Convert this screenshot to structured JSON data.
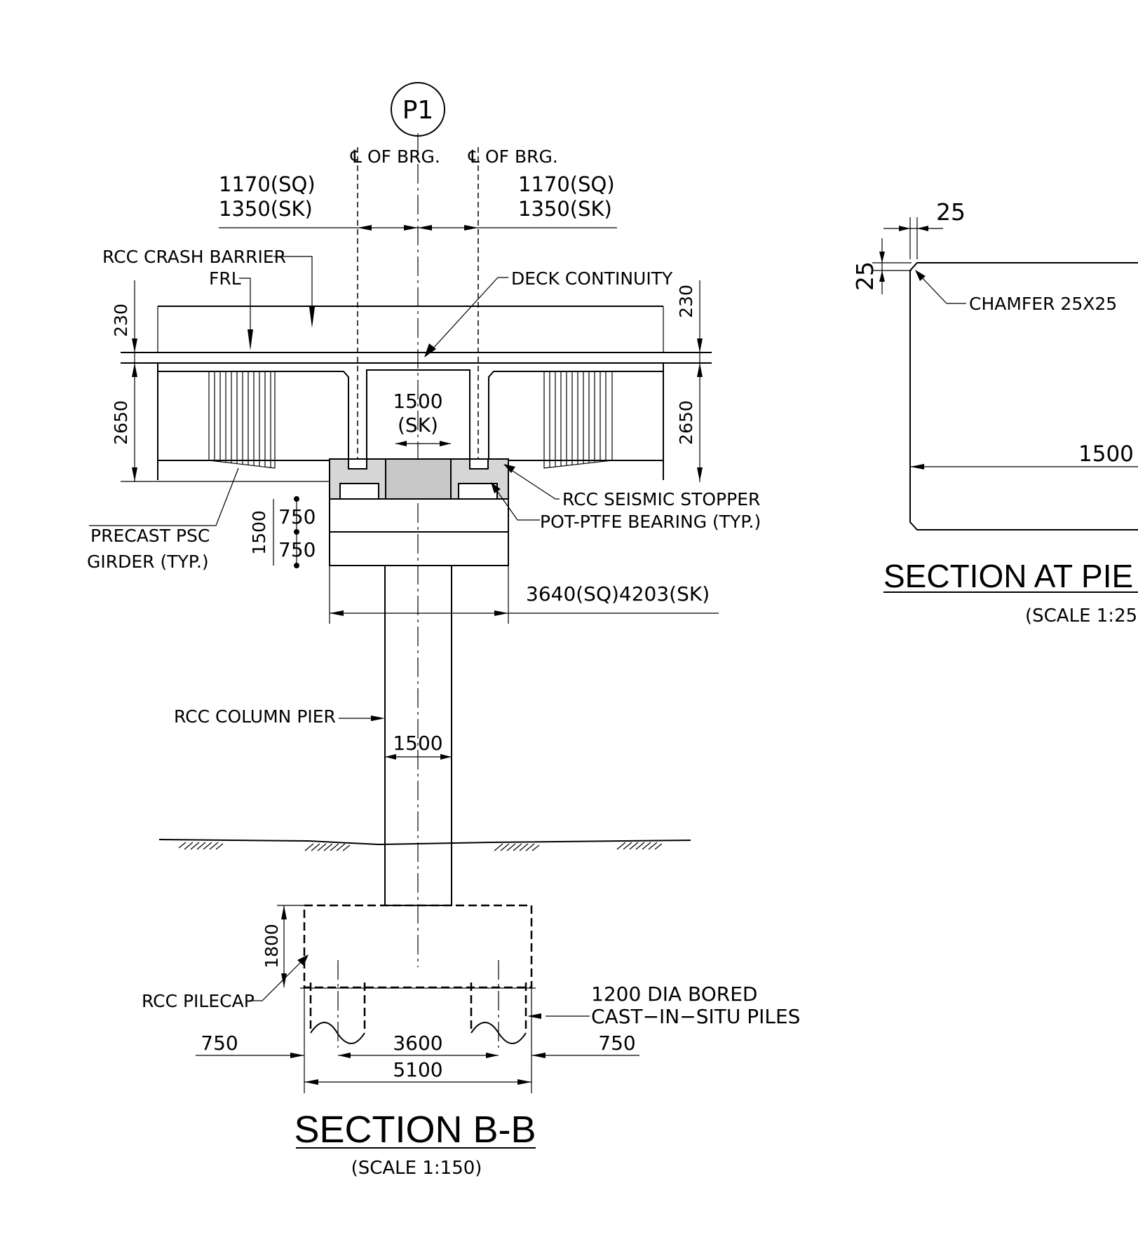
{
  "section_bb": {
    "pier_tag": "P1",
    "cl_brg_left": "℄ OF BRG.",
    "cl_brg_right": "℄ OF BRG.",
    "span_left_sq": "1170(SQ)",
    "span_left_sk": "1350(SK)",
    "span_right_sq": "1170(SQ)",
    "span_right_sk": "1350(SK)",
    "crash_barrier": "RCC CRASH BARRIER",
    "frl": "FRL",
    "deck_continuity": "DECK CONTINUITY",
    "dim_230_left": "230",
    "dim_230_right": "230",
    "dim_2650_left": "2650",
    "dim_2650_right": "2650",
    "dim_1500_sk_a": "1500",
    "dim_1500_sk_b": "(SK)",
    "seismic_stopper": "RCC SEISMIC STOPPER",
    "bearing": "POT-PTFE BEARING (TYP.)",
    "girder_a": "PRECAST PSC",
    "girder_b": "GIRDER (TYP.)",
    "dim_1500_cap": "1500",
    "dim_750_a": "750",
    "dim_750_b": "750",
    "cap_width": "3640(SQ)4203(SK)",
    "column_pier": "RCC COLUMN PIER",
    "dim_1500_col": "1500",
    "dim_1800": "1800",
    "pilecap": "RCC PILECAP",
    "piles_a": "1200  DIA  BORED",
    "piles_b": "CAST−IN−SITU  PILES",
    "dim_750_l": "750",
    "dim_3600": "3600",
    "dim_750_r": "750",
    "dim_5100": "5100",
    "title": "SECTION B-B",
    "scale": "(SCALE   1:150)"
  },
  "section_pier": {
    "dim_25_top": "25",
    "dim_25_side": "25",
    "chamfer": "CHAMFER 25X25",
    "dim_1500": "1500",
    "title": "SECTION AT PIE",
    "scale": "(SCALE   1:25"
  }
}
